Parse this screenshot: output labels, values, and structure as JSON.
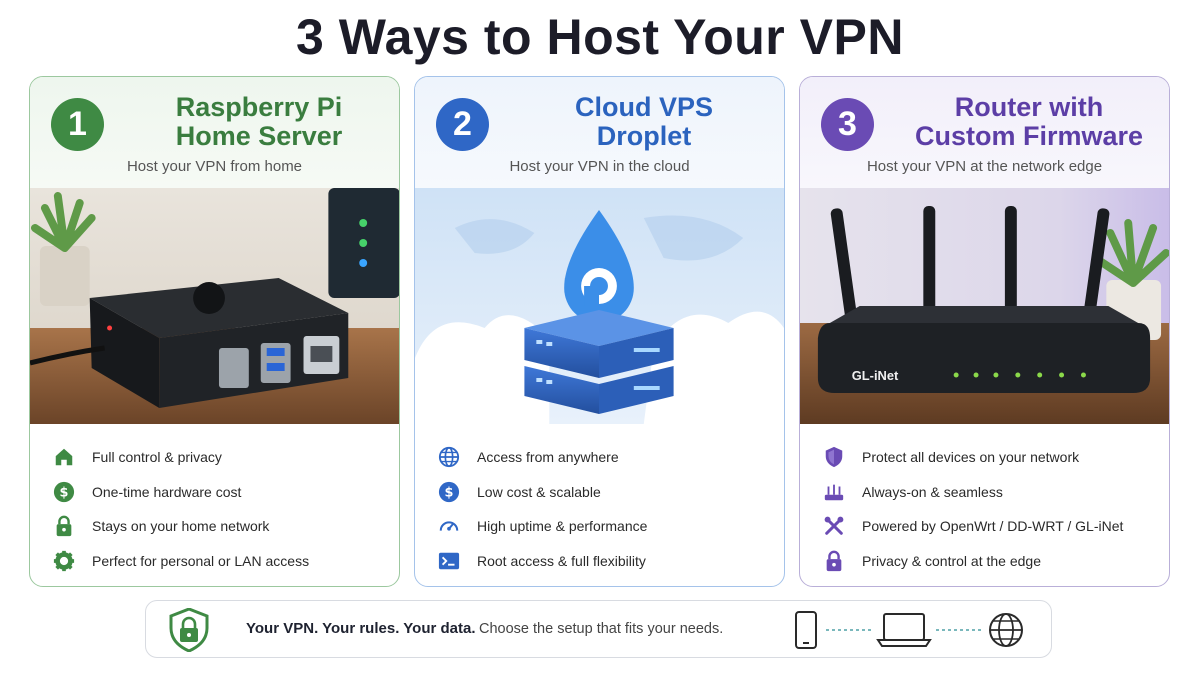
{
  "title": "3 Ways to Host Your VPN",
  "cards": [
    {
      "number": "1",
      "title_line1": "Raspberry Pi",
      "title_line2": "Home Server",
      "subtitle": "Host your VPN from home",
      "accent": "#3f8a44",
      "features": [
        {
          "icon": "home-icon",
          "text": "Full control & privacy"
        },
        {
          "icon": "dollar-icon",
          "text": "One-time hardware cost"
        },
        {
          "icon": "lock-icon",
          "text": "Stays on your home network"
        },
        {
          "icon": "gear-icon",
          "text": "Perfect for personal or LAN access"
        }
      ]
    },
    {
      "number": "2",
      "title_line1": "Cloud VPS",
      "title_line2": "Droplet",
      "subtitle": "Host your VPN in the cloud",
      "accent": "#2f67c6",
      "features": [
        {
          "icon": "globe-icon",
          "text": "Access from anywhere"
        },
        {
          "icon": "dollar-icon",
          "text": "Low cost & scalable"
        },
        {
          "icon": "speedometer-icon",
          "text": "High uptime & performance"
        },
        {
          "icon": "terminal-icon",
          "text": "Root access & full flexibility"
        }
      ]
    },
    {
      "number": "3",
      "title_line1": "Router with",
      "title_line2": "Custom Firmware",
      "subtitle": "Host your VPN at the network edge",
      "accent": "#6a4bb4",
      "router_label": "GL-iNet",
      "features": [
        {
          "icon": "shield-icon",
          "text": "Protect all devices on your network"
        },
        {
          "icon": "router-icon",
          "text": "Always-on & seamless"
        },
        {
          "icon": "tools-icon",
          "text": "Powered by OpenWrt / DD-WRT / GL-iNet"
        },
        {
          "icon": "lock-icon",
          "text": "Privacy & control at the edge"
        }
      ]
    }
  ],
  "footer": {
    "tagline": "Your VPN. Your rules. Your data.",
    "note": "Choose the setup that fits your needs.",
    "accent": "#3f8a44"
  }
}
